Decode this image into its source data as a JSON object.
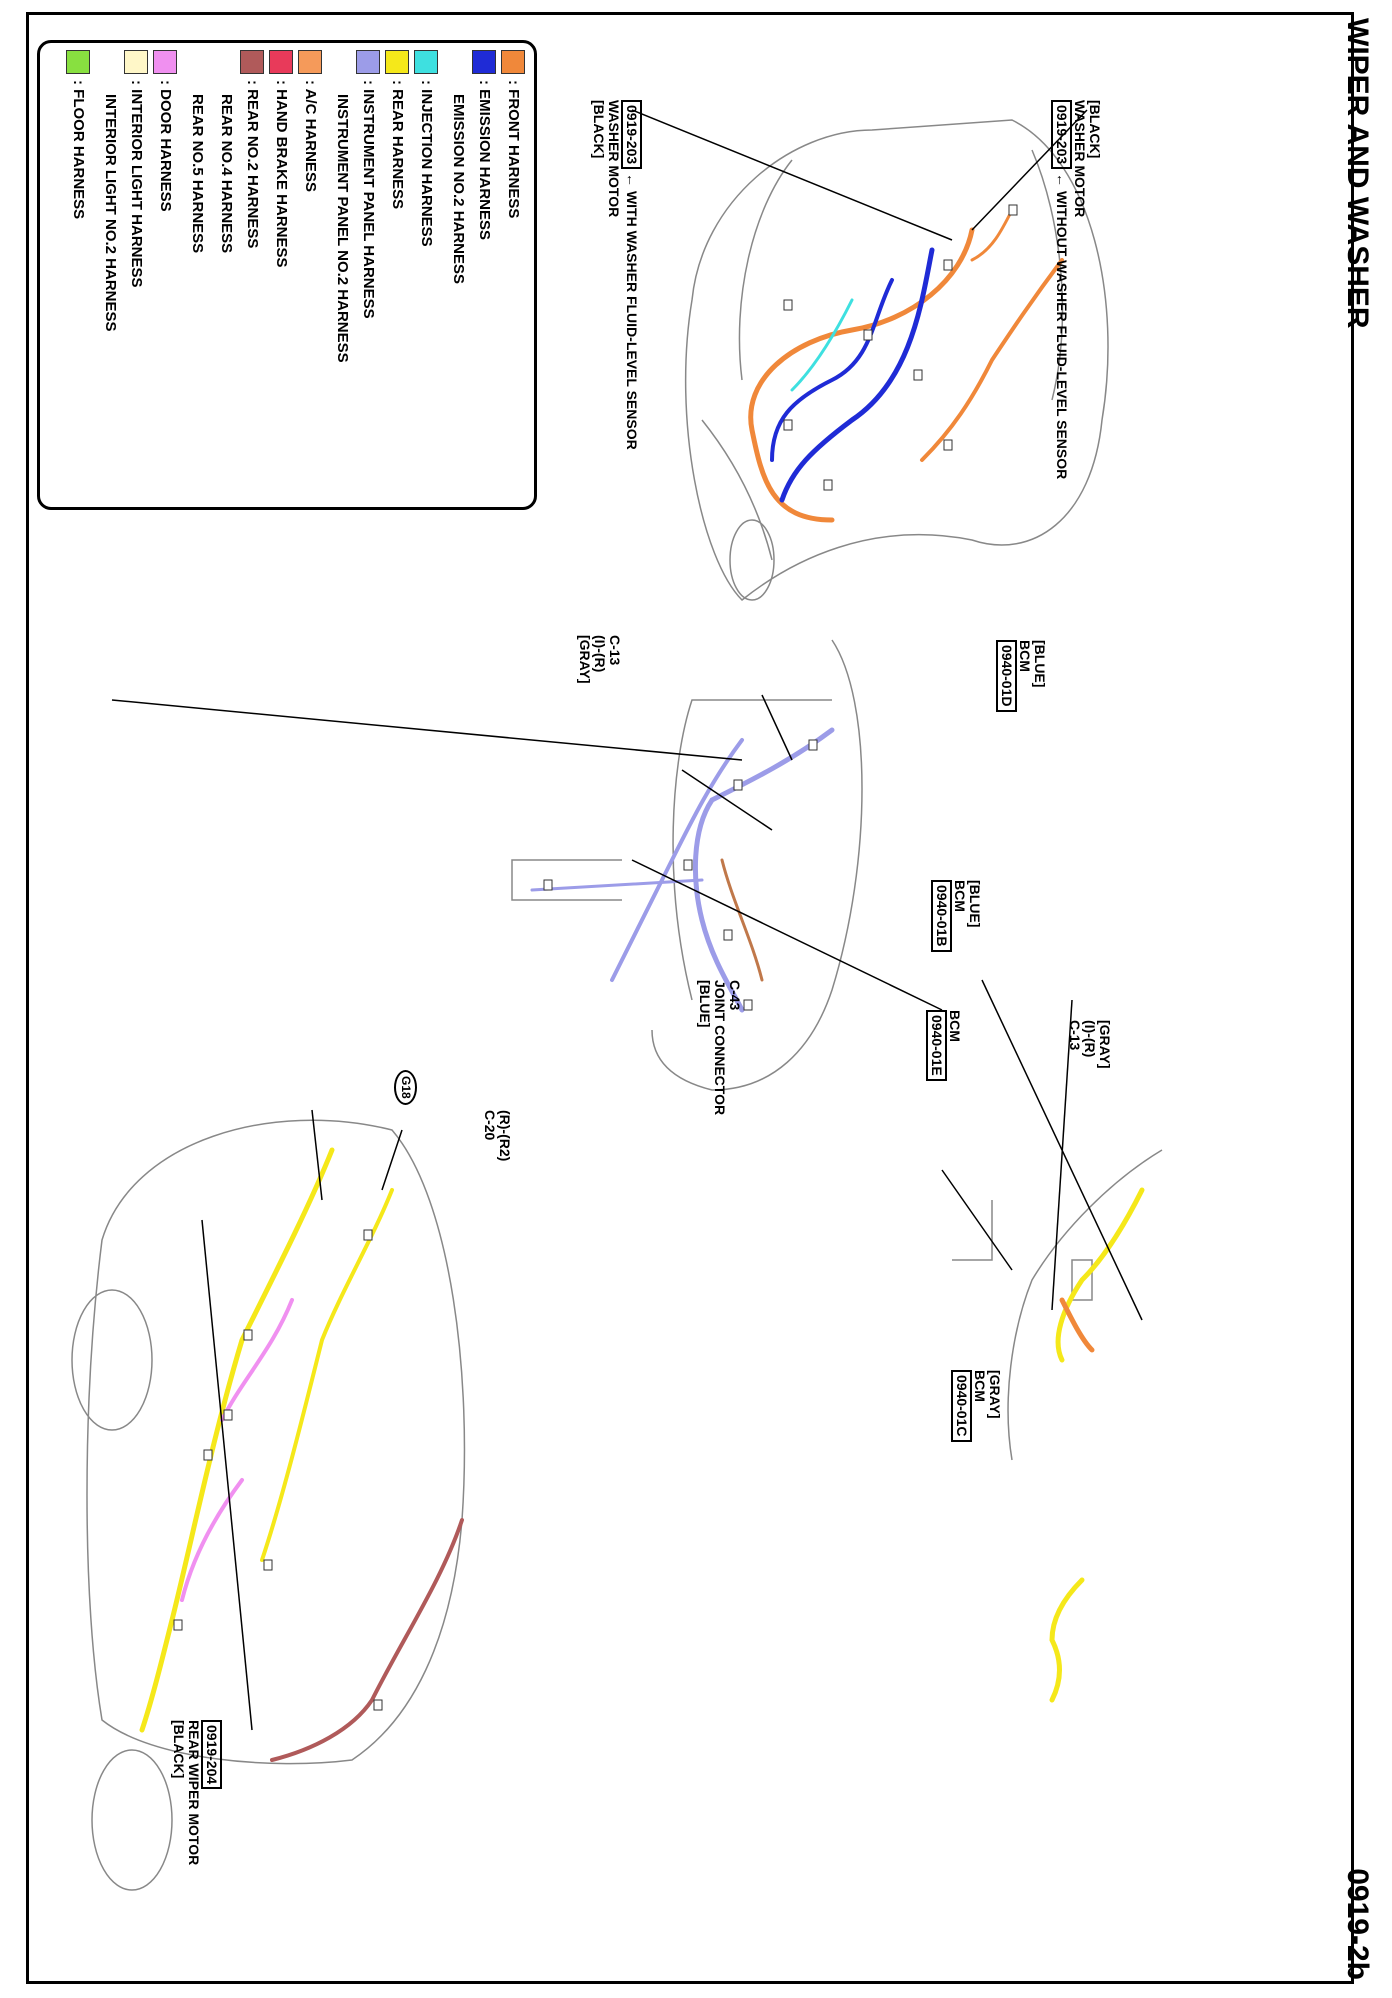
{
  "title": "WIPER AND WASHER",
  "page_number": "0919-2b",
  "legend": [
    {
      "color": "#f0883a",
      "label": ": FRONT HARNESS"
    },
    {
      "color": "#1f2bd6",
      "label": ": EMISSION HARNESS"
    },
    {
      "color": null,
      "label": "EMISSION NO.2 HARNESS"
    },
    {
      "color": "#3ee0e0",
      "label": ": INJECTION HARNESS"
    },
    {
      "color": "#f5e81a",
      "label": ": REAR HARNESS"
    },
    {
      "color": "#9c9ce8",
      "label": ": INSTRUMENT PANEL HARNESS"
    },
    {
      "color": null,
      "label": "INSTRUMENT PANEL NO.2 HARNESS"
    },
    {
      "color": "#f59a5a",
      "label": ": A/C HARNESS"
    },
    {
      "color": "#e83a5a",
      "label": ": HAND BRAKE HARNESS"
    },
    {
      "color": "#b05a5a",
      "label": ": REAR NO.2 HARNESS"
    },
    {
      "color": null,
      "label": "REAR NO.4 HARNESS"
    },
    {
      "color": null,
      "label": "REAR NO.5 HARNESS"
    },
    {
      "color": "#f090f0",
      "label": ": DOOR HARNESS"
    },
    {
      "color": "#fff7c8",
      "label": ": INTERIOR LIGHT HARNESS"
    },
    {
      "color": null,
      "label": "INTERIOR LIGHT NO.2 HARNESS"
    },
    {
      "color": "#88e040",
      "label": ": FLOOR HARNESS"
    }
  ],
  "callouts": {
    "washer_a": {
      "lines": [
        "[BLACK]",
        "WASHER MOTOR"
      ],
      "code": "0919-203",
      "note": "WITHOUT WASHER FLUID-LEVEL SENSOR"
    },
    "washer_b": {
      "code": "0919-203",
      "note": "WITH WASHER FLUID-LEVEL SENSOR",
      "lines": [
        "WASHER MOTOR",
        "[BLACK]"
      ]
    },
    "bcm_d": {
      "lines": [
        "[BLUE]",
        "BCM"
      ],
      "code": "0940-01D"
    },
    "c13_a": {
      "lines": [
        "C-13",
        "(I)-(R)",
        "[GRAY]"
      ]
    },
    "bcm_b": {
      "lines": [
        "[BLUE]",
        "BCM"
      ],
      "code": "0940-01B"
    },
    "c43": {
      "lines": [
        "C-43",
        "JOINT CONNECTOR",
        "[BLUE]"
      ]
    },
    "bcm_e": {
      "lines": [
        "BCM"
      ],
      "code": "0940-01E"
    },
    "c13_b": {
      "lines": [
        "[GRAY]",
        "(I)-(R)",
        "C-13"
      ]
    },
    "bcm_c": {
      "lines": [
        "[GRAY]",
        "BCM"
      ],
      "code": "0940-01C"
    },
    "c20": {
      "lines": [
        "(R)-(R2)",
        "C-20"
      ]
    },
    "g18": {
      "label": "G18"
    },
    "rear_wiper": {
      "code": "0919-204",
      "lines": [
        "REAR WIPER MOTOR",
        "[BLACK]"
      ]
    }
  }
}
